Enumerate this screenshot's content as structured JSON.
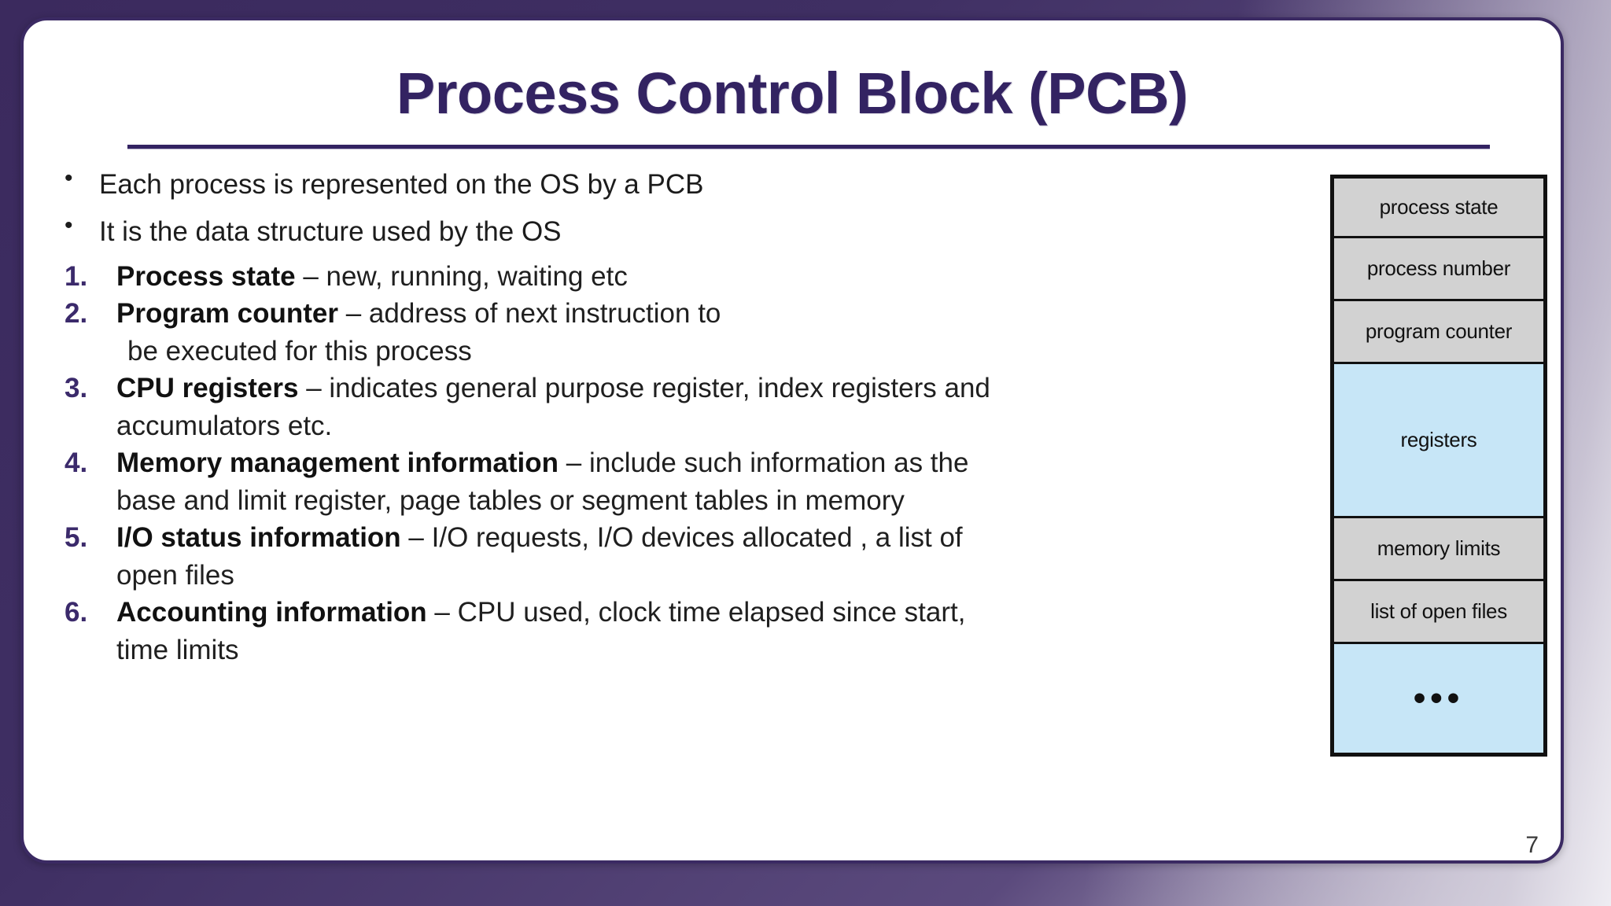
{
  "slide": {
    "title": "Process Control Block (PCB)",
    "page_number": "7",
    "accent_color": "#332362",
    "frame_color": "#3b2a63",
    "number_color": "#3b2a6b",
    "body_text_color": "#1f1f1f"
  },
  "bullets": [
    {
      "marker": "•",
      "text": "Each process is represented on the OS by a PCB"
    },
    {
      "marker": "•",
      "text": "It is the data structure used by the OS"
    }
  ],
  "numbered": [
    {
      "marker": "1.",
      "lead": "Process state",
      "rest": " – new, running, waiting etc",
      "continuations": []
    },
    {
      "marker": "2.",
      "lead": "Program counter",
      "rest": " – address of next instruction to",
      "continuations": [
        "be executed for this process"
      ]
    },
    {
      "marker": "3.",
      "lead": "CPU registers",
      "rest": " – indicates general purpose register, index registers and",
      "continuations": [
        "accumulators etc."
      ]
    },
    {
      "marker": "4.",
      "lead": "Memory management information",
      "rest": " – include such information as the",
      "continuations": [
        "base and limit register, page tables or segment tables in memory"
      ]
    },
    {
      "marker": "5.",
      "lead": "I/O status information",
      "rest": " – I/O requests, I/O devices allocated , a list of",
      "continuations": [
        "open files"
      ]
    },
    {
      "marker": "6.",
      "lead": "Accounting information",
      "rest": " – CPU used, clock time elapsed since start,",
      "continuations": [
        "time limits"
      ]
    }
  ],
  "pcb_diagram": {
    "name": "process-control-block-diagram",
    "gray_color": "#d2d2d2",
    "blue_color": "#c7e6f7",
    "rows": [
      {
        "label": "process state",
        "fill": "gray",
        "height": 76
      },
      {
        "label": "process number",
        "fill": "gray",
        "height": 80
      },
      {
        "label": "program counter",
        "fill": "gray",
        "height": 80
      },
      {
        "label": "registers",
        "fill": "blue",
        "height": 196
      },
      {
        "label": "memory limits",
        "fill": "gray",
        "height": 80
      },
      {
        "label": "list of open files",
        "fill": "gray",
        "height": 80
      },
      {
        "label": "•••",
        "fill": "blue",
        "height": 138
      }
    ]
  }
}
